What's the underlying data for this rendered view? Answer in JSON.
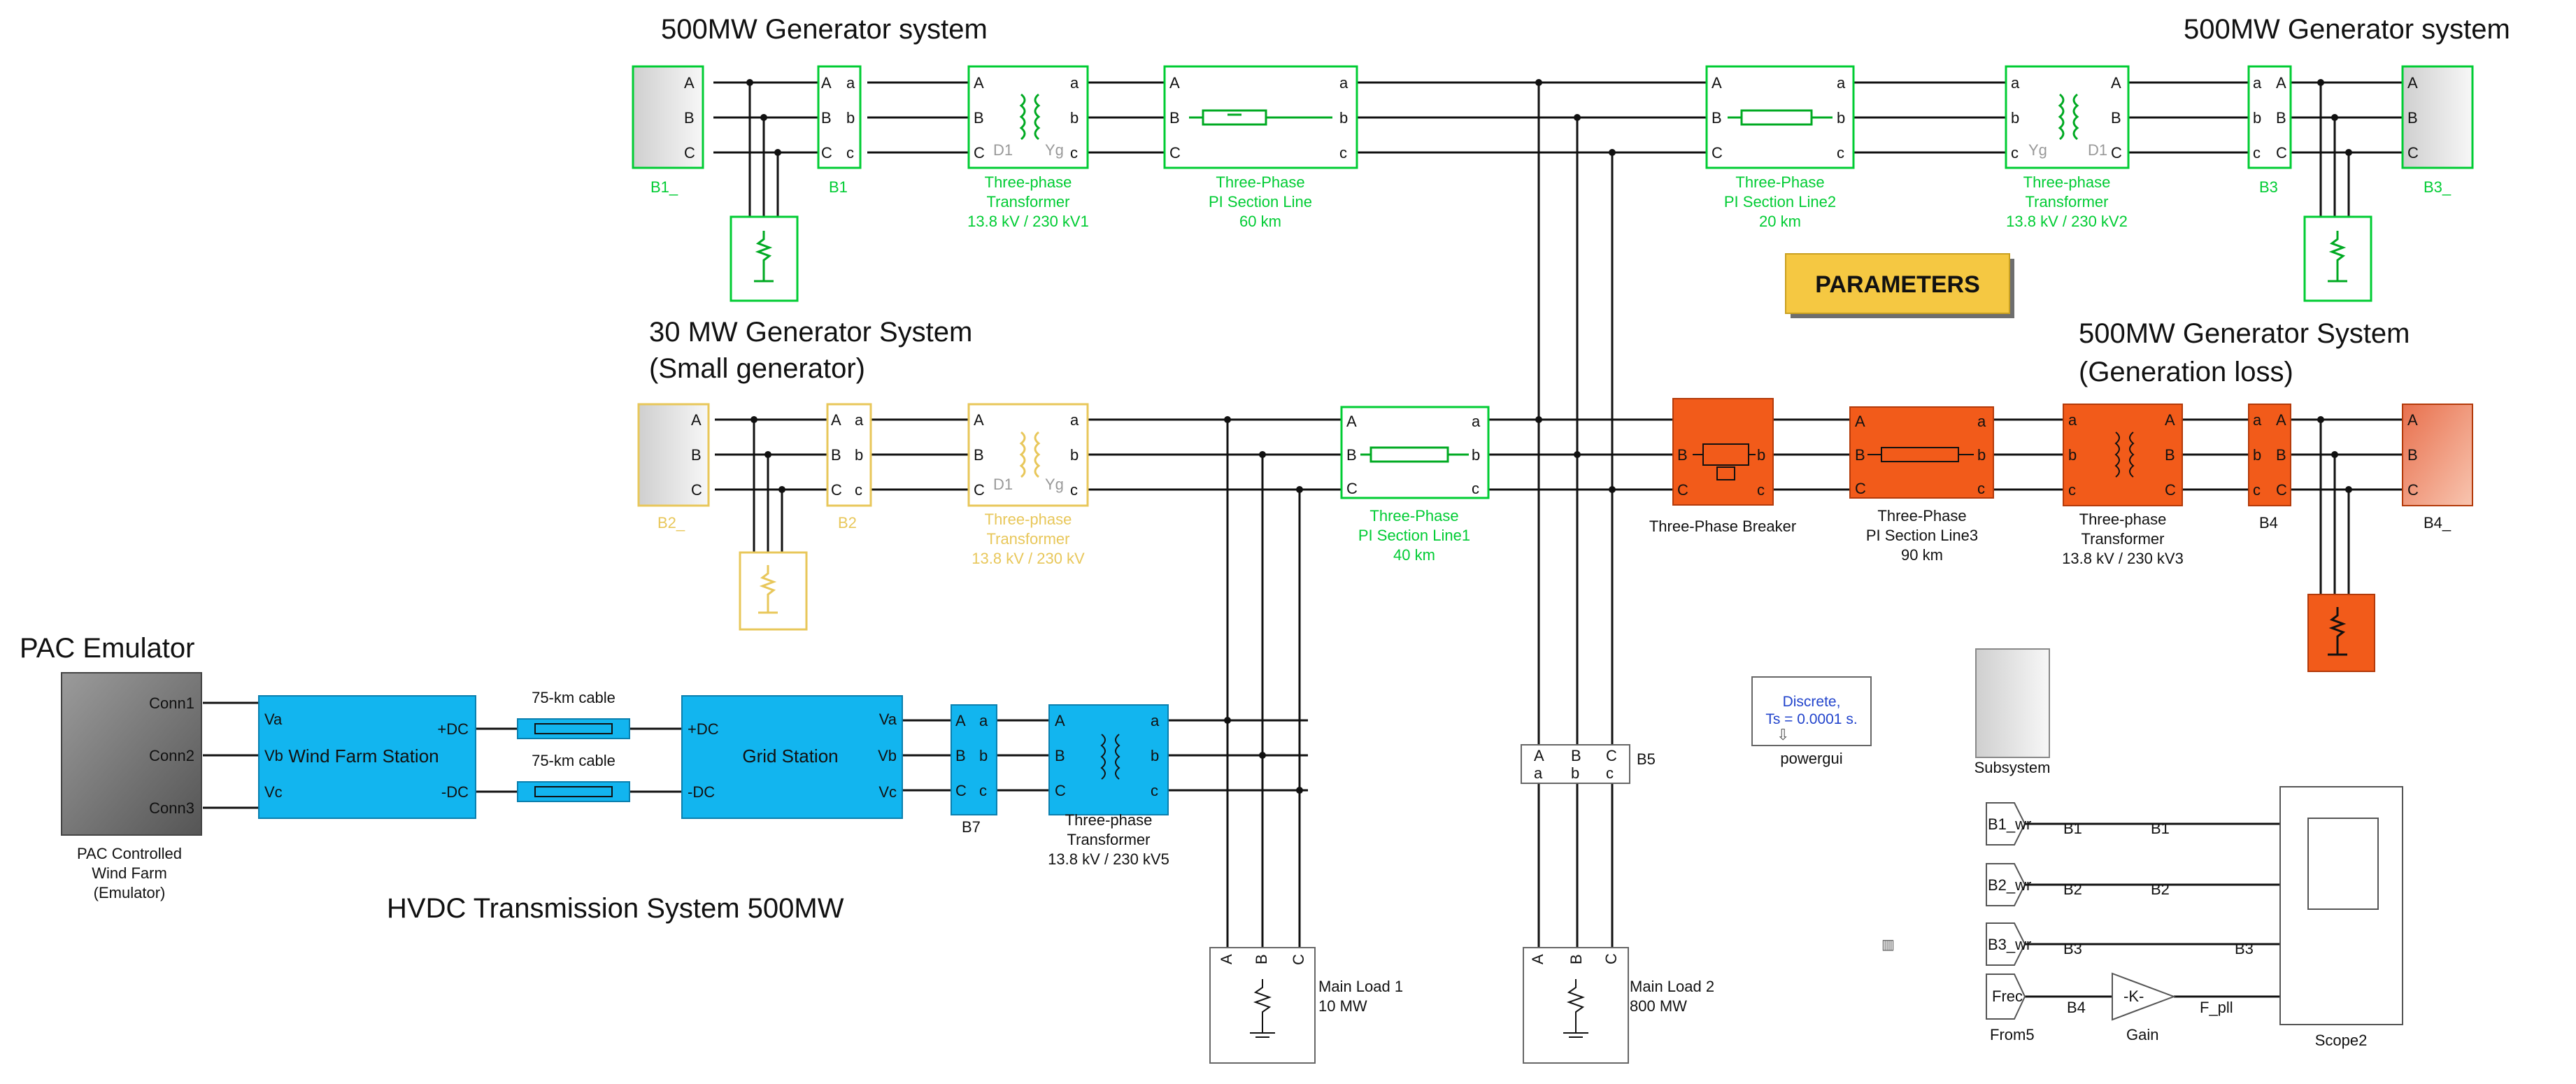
{
  "headings": {
    "gen_top_left": "500MW Generator system",
    "gen_top_right": "500MW Generator system",
    "small_gen_line1": "30 MW Generator System",
    "small_gen_line2": "(Small generator)",
    "loss_gen_line1": "500MW Generator System",
    "loss_gen_line2": "(Generation loss)",
    "pac_emulator": "PAC Emulator",
    "hvdc": "HVDC Transmission System 500MW"
  },
  "blocks": {
    "b1_": "B1_",
    "b1": "B1",
    "tr1_l1": "Three-phase",
    "tr1_l2": "Transformer",
    "tr1_l3": "13.8 kV / 230 kV1",
    "pi60_l1": "Three-Phase",
    "pi60_l2": "PI Section Line",
    "pi60_l3": "60 km",
    "pi20_l1": "Three-Phase",
    "pi20_l2": "PI Section Line2",
    "pi20_l3": "20 km",
    "tr2_l1": "Three-phase",
    "tr2_l2": "Transformer",
    "tr2_l3": "13.8 kV / 230 kV2",
    "b3": "B3",
    "b3_": "B3_",
    "parameters": "PARAMETERS",
    "b2_": "B2_",
    "b2": "B2",
    "tr_small_l1": "Three-phase",
    "tr_small_l2": "Transformer",
    "tr_small_l3": "13.8 kV / 230 kV",
    "pi40_l1": "Three-Phase",
    "pi40_l2": "PI Section Line1",
    "pi40_l3": "40 km",
    "breaker": "Three-Phase Breaker",
    "pi90_l1": "Three-Phase",
    "pi90_l2": "PI Section Line3",
    "pi90_l3": "90 km",
    "tr3_l1": "Three-phase",
    "tr3_l2": "Transformer",
    "tr3_l3": "13.8 kV / 230 kV3",
    "b4": "B4",
    "b4_": "B4_",
    "pac_l1": "PAC Controlled",
    "pac_l2": "Wind Farm",
    "pac_l3": "(Emulator)",
    "conn1": "Conn1",
    "conn2": "Conn2",
    "conn3": "Conn3",
    "wind_farm": "Wind Farm Station",
    "cable1": "75-km cable",
    "cable2": "75-km cable",
    "grid_station": "Grid Station",
    "b7": "B7",
    "tr5_l1": "Three-phase",
    "tr5_l2": "Transformer",
    "tr5_l3": "13.8 kV / 230 kV5",
    "b5": "B5",
    "load1_l1": "Main Load 1",
    "load1_l2": "10 MW",
    "load2_l1": "Main Load 2",
    "load2_l2": "800 MW",
    "powergui_l1": "Discrete,",
    "powergui_l2": "Ts = 0.0001 s.",
    "powergui_name": "powergui",
    "subsystem": "Subsystem",
    "from_b1": "B1_wr",
    "from_b2": "B2_wr",
    "from_b3": "B3_wr",
    "from_frec": "Frec",
    "from5_name": "From5",
    "sig_b1": "B1",
    "sig_b2": "B2",
    "sig_b3": "B3",
    "sig_b4": "B4",
    "sig_b1_out": "B1",
    "sig_b2_out": "B2",
    "sig_b3_out": "B3",
    "sig_fpll": "F_pll",
    "gain_k": "-K-",
    "gain_name": "Gain",
    "scope_name": "Scope2"
  },
  "ports": {
    "A": "A",
    "B": "B",
    "C": "C",
    "a": "a",
    "b": "b",
    "c": "c",
    "Va": "Va",
    "Vb": "Vb",
    "Vc": "Vc",
    "pdc": "+DC",
    "ndc": "-DC",
    "D1": "D1",
    "Yg": "Yg"
  },
  "colors": {
    "green": "#00cc33",
    "gold": "#e8c75a",
    "orange": "#f25b1a",
    "cyan": "#12b5ef",
    "gray": "#888888",
    "parameters_fill": "#f5c842"
  }
}
